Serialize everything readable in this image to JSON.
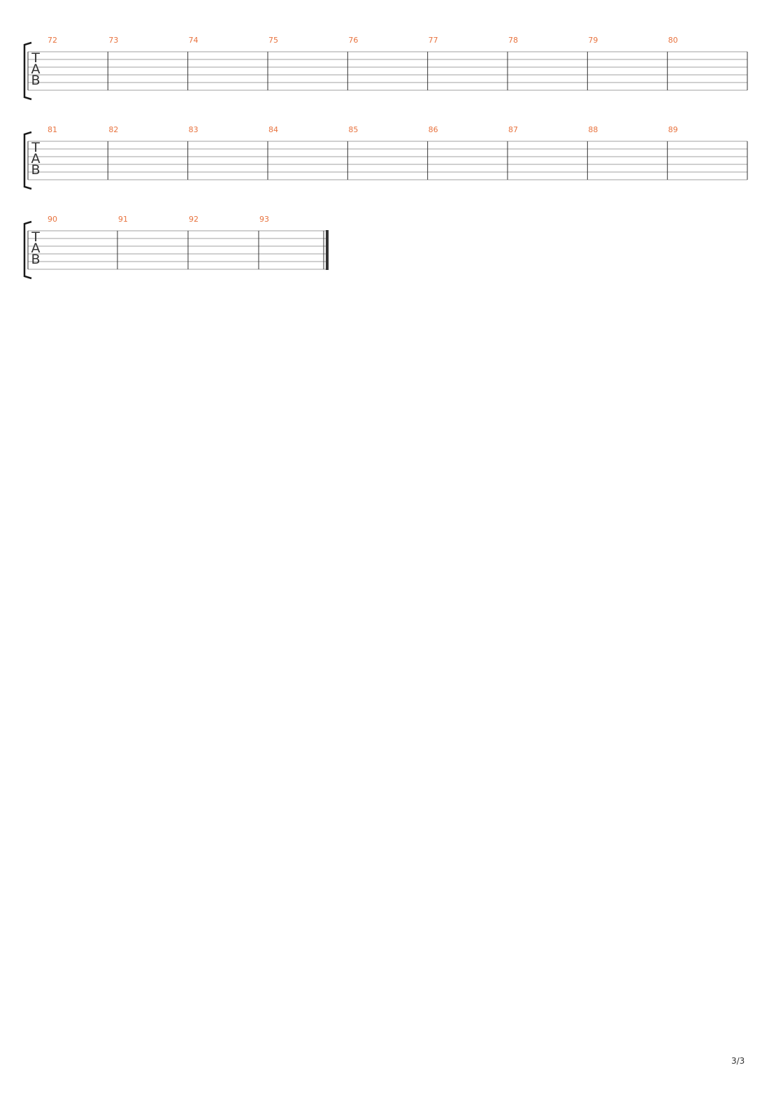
{
  "colors": {
    "measure_number": "#e8733f",
    "staff_line": "#a0a0a0",
    "barline": "#333333",
    "bracket": "#1a1a1a",
    "clef": "#333333"
  },
  "tab_clef": [
    "T",
    "A",
    "B"
  ],
  "systems": [
    {
      "measures": [
        "72",
        "73",
        "74",
        "75",
        "76",
        "77",
        "78",
        "79",
        "80"
      ],
      "final_barline": false
    },
    {
      "measures": [
        "81",
        "82",
        "83",
        "84",
        "85",
        "86",
        "87",
        "88",
        "89"
      ],
      "final_barline": false
    },
    {
      "measures": [
        "90",
        "91",
        "92",
        "93"
      ],
      "final_barline": true
    }
  ],
  "footer": {
    "page_number": "3/3"
  }
}
